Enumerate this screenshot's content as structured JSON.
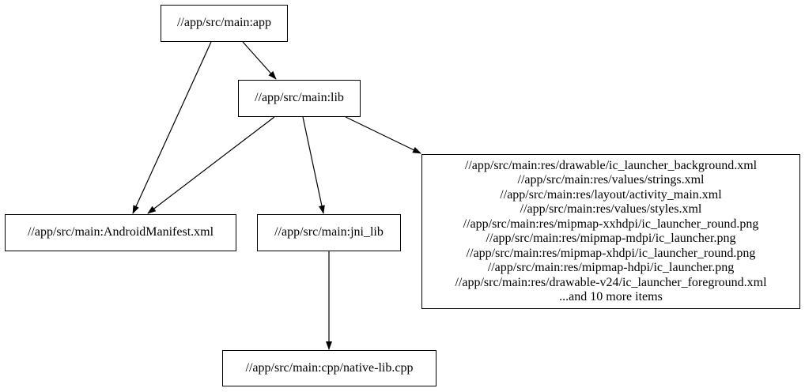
{
  "graph": {
    "background_color": "#ffffff",
    "line_color": "#000000",
    "nodes": {
      "app": {
        "label": "//app/src/main:app"
      },
      "lib": {
        "label": "//app/src/main:lib"
      },
      "manifest": {
        "label": "//app/src/main:AndroidManifest.xml"
      },
      "jni_lib": {
        "label": "//app/src/main:jni_lib"
      },
      "native_cpp": {
        "label": "//app/src/main:cpp/native-lib.cpp"
      },
      "res": {
        "lines": [
          "//app/src/main:res/drawable/ic_launcher_background.xml",
          "//app/src/main:res/values/strings.xml",
          "//app/src/main:res/layout/activity_main.xml",
          "//app/src/main:res/values/styles.xml",
          "//app/src/main:res/mipmap-xxhdpi/ic_launcher_round.png",
          "//app/src/main:res/mipmap-mdpi/ic_launcher.png",
          "//app/src/main:res/mipmap-xhdpi/ic_launcher_round.png",
          "//app/src/main:res/mipmap-hdpi/ic_launcher.png",
          "//app/src/main:res/drawable-v24/ic_launcher_foreground.xml",
          "...and 10 more items"
        ]
      }
    },
    "edges": [
      {
        "from": "//app/src/main:app",
        "to": "//app/src/main:lib"
      },
      {
        "from": "//app/src/main:app",
        "to": "//app/src/main:AndroidManifest.xml"
      },
      {
        "from": "//app/src/main:lib",
        "to": "//app/src/main:AndroidManifest.xml"
      },
      {
        "from": "//app/src/main:lib",
        "to": "//app/src/main:jni_lib"
      },
      {
        "from": "//app/src/main:lib",
        "to": "//app/src/main:res (resource group)"
      },
      {
        "from": "//app/src/main:jni_lib",
        "to": "//app/src/main:cpp/native-lib.cpp"
      }
    ]
  }
}
